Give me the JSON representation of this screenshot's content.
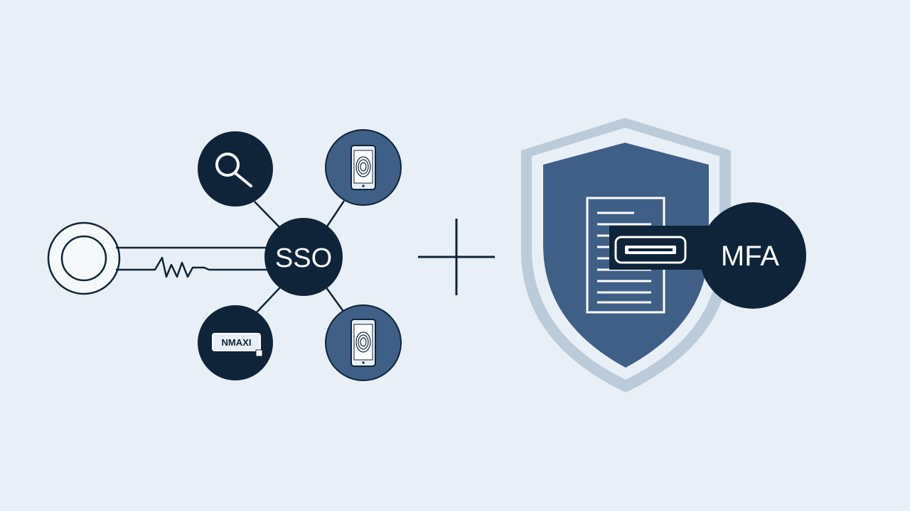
{
  "sso": {
    "label": "SSO",
    "satellites": [
      {
        "icon": "magnifier-icon"
      },
      {
        "icon": "fingerprint-phone-icon"
      },
      {
        "icon": "password-field-icon",
        "text": "NMAXI"
      },
      {
        "icon": "fingerprint-phone-icon"
      }
    ]
  },
  "connector": {
    "icon": "plus-icon"
  },
  "mfa": {
    "label": "MFA",
    "shield_icon": "shield-icon",
    "document_icon": "document-icon",
    "token_icon": "password-token-icon"
  },
  "colors": {
    "background": "#e9eff6",
    "navy": "#0f2438",
    "slate_blue": "#3f5f87",
    "shield_outline": "#bccbda",
    "white": "#ffffff"
  }
}
